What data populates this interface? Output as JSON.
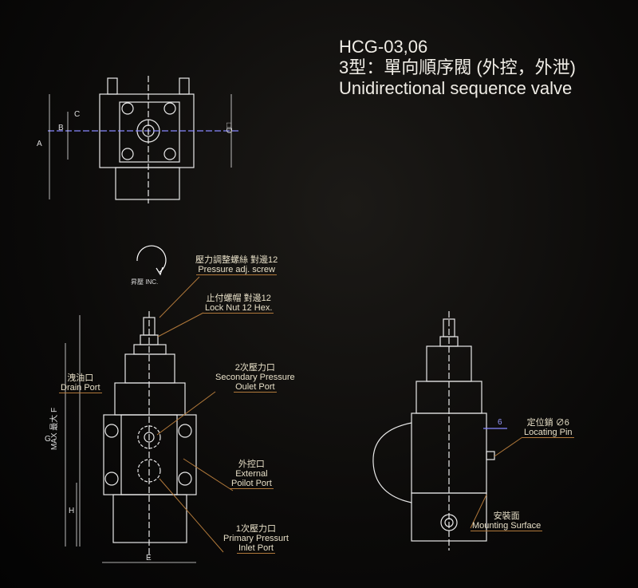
{
  "title": {
    "model": "HCG-03,06",
    "type_cn": "3型：單向順序閥 (外控，外泄)",
    "type_en": "Unidirectional sequence valve"
  },
  "rotation": {
    "label": "昇壓 INC."
  },
  "callouts": [
    {
      "cn": "壓力調整螺絲 對邊12",
      "en": "Pressure adj. screw"
    },
    {
      "cn": "止付螺帽 對邊12",
      "en": "Lock Nut 12 Hex."
    },
    {
      "cn": "2次壓力口",
      "en": "Secondary Pressure",
      "en2": "Oulet Port"
    },
    {
      "cn": "洩油口",
      "en": "Drain Port"
    },
    {
      "cn": "外控口",
      "en": "External",
      "en2": "Poilot Port"
    },
    {
      "cn": "1次壓力口",
      "en": "Primary Pressurt",
      "en2": "Inlet Port"
    },
    {
      "cn": "定位銷 ∅6",
      "en": "Locating Pin"
    },
    {
      "cn": "安裝面",
      "en": "Mounting Surface"
    }
  ],
  "dimensions": {
    "a": "A",
    "b": "B",
    "c": "C",
    "d": "□D",
    "e": "E",
    "f": "MAX 最大 F",
    "g": "G",
    "h": "H",
    "pin": "6"
  }
}
